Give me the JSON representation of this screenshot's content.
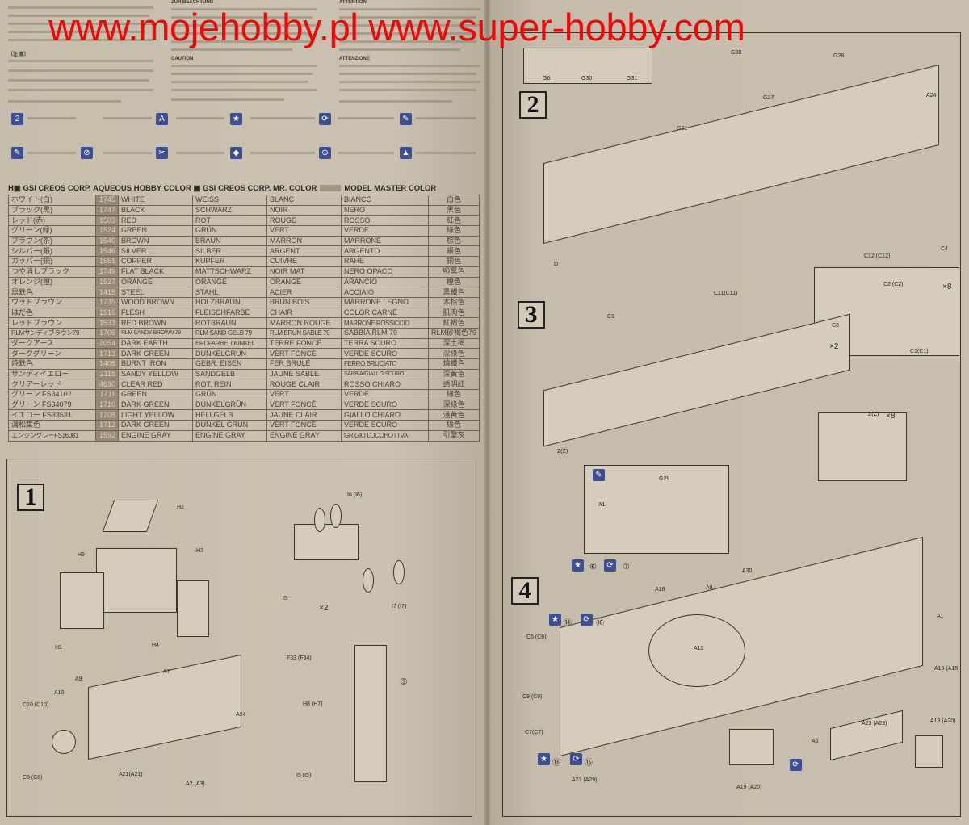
{
  "headers": {
    "zur_beachtung": "ZUR BEACHTUNG",
    "attention": "ATTENTION",
    "caution": "CAUTION",
    "attenzione": "ATTENZIONE",
    "chinese_note": "〔注 意〕"
  },
  "legend": {
    "aqueous": "GSI CREOS CORP. AQUEOUS HOBBY COLOR",
    "mr_color": "GSI CREOS CORP. MR. COLOR",
    "model_master": "MODEL MASTER COLOR"
  },
  "colors": [
    [
      "ホワイト(白)",
      "1745",
      "WHITE",
      "WEISS",
      "BLANC",
      "BIANCO",
      "白色"
    ],
    [
      "ブラック(黒)",
      "1747",
      "BLACK",
      "SCHWARZ",
      "NOIR",
      "NERO",
      "黑色"
    ],
    [
      "レッド(赤)",
      "1503",
      "RED",
      "ROT",
      "ROUGE",
      "ROSSO",
      "紅色"
    ],
    [
      "グリーン(緑)",
      "1524",
      "GREEN",
      "GRÜN",
      "VERT",
      "VERDE",
      "綠色"
    ],
    [
      "ブラウン(茶)",
      "1540",
      "BROWN",
      "BRAUN",
      "MARRON",
      "MARRONE",
      "棕色"
    ],
    [
      "シルバー(銀)",
      "1546",
      "SILVER",
      "SILBER",
      "ARGENT",
      "ARGENTO",
      "銀色"
    ],
    [
      "カッパー(銅)",
      "1551",
      "COPPER",
      "KUPFER",
      "CUIVRE",
      "RAHE",
      "銅色"
    ],
    [
      "つや消しブラック",
      "1749",
      "FLAT BLACK",
      "MATTSCHWARZ",
      "NOIR MAT",
      "NERO OPACO",
      "啞黑色"
    ],
    [
      "オレンジ(橙)",
      "1527",
      "ORANGE",
      "ORANGE",
      "ORANGE",
      "ARANCIO",
      "橙色"
    ],
    [
      "黒鉄色",
      "1415",
      "STEEL",
      "STAHL",
      "ACIER",
      "ACCIAIO",
      "黑鐵色"
    ],
    [
      "ウッドブラウン",
      "1735",
      "WOOD BROWN",
      "HOLZBRAUN",
      "BRUN BOIS",
      "MARRONE LEGNO",
      "木棕色"
    ],
    [
      "はだ色",
      "1516",
      "FLESH",
      "FLEISCHFARBE",
      "CHAIR",
      "COLOR CARNE",
      "肌肉色"
    ],
    [
      "レッドブラウン",
      "1533",
      "RED BROWN",
      "ROTBRAUN",
      "MARRON ROUGE",
      "MARRONE ROSSICCIO",
      "紅褐色"
    ],
    [
      "RLMサンディブラウン79",
      "1706",
      "RLM SANDY BROWN 79",
      "RLM SAND GELB 79",
      "RLM BRUN SABLE 79",
      "SABBIA RLM 79",
      "RLM砂褐色79"
    ],
    [
      "ダークアース",
      "2054",
      "DARK EARTH",
      "ERDFARBE, DUNKEL",
      "TERRE FONCÉ",
      "TERRA SCURO",
      "深土褐"
    ],
    [
      "ダークグリーン",
      "1713",
      "DARK GREEN",
      "DUNKELGRÜN",
      "VERT FONCÉ",
      "VERDE SCURO",
      "深綠色"
    ],
    [
      "焼鉄色",
      "1406",
      "BURNT IRON",
      "GEBR. EISEN",
      "FER BRULÉ",
      "FERRO BRUCIATO",
      "燒鐵色"
    ],
    [
      "サンディイエロー",
      "2118",
      "SANDY YELLOW",
      "SANDGELB",
      "JAUNE SABLE",
      "SABBIA/GIALLO SCURO",
      "深黃色"
    ],
    [
      "クリアーレッド",
      "4630",
      "CLEAR RED",
      "ROT, REIN",
      "ROUGE CLAIR",
      "ROSSO CHIARO",
      "透明紅"
    ],
    [
      "グリーン FS34102",
      "1711",
      "GREEN",
      "GRÜN",
      "VERT",
      "VERDE",
      "綠色"
    ],
    [
      "グリーン FS34079",
      "1710",
      "DARK GREEN",
      "DUNKELGRÜN",
      "VERT FONCÉ",
      "VERDE SCURO",
      "深綠色"
    ],
    [
      "イエロー FS33531",
      "1708",
      "LIGHT YELLOW",
      "HELLGELB",
      "JAUNE CLAIR",
      "GIALLO CHIARO",
      "淺黃色"
    ],
    [
      "濃松葉色",
      "1712",
      "DARK GREEN",
      "DUNKEL GRÜN",
      "VERT FONCÉ",
      "VERDE SCURO",
      "綠色"
    ],
    [
      "エンジングレーFS16081",
      "1592",
      "ENGINE GRAY",
      "ENGINE GRAY",
      "ENGINE GRAY",
      "GRIGIO LOCOHOTTVA",
      "引擎灰"
    ]
  ],
  "steps": [
    "1",
    "2",
    "3",
    "4"
  ],
  "parts": [
    "H2",
    "H5",
    "H3",
    "H1",
    "H4",
    "I6 (I6)",
    "I5",
    "I7 (I7)",
    "F33 (F34)",
    "H8 (H7)",
    "I5 (I5)",
    "A7",
    "A9",
    "A10",
    "C10 (C10)",
    "C8 (C8)",
    "A21(A21)",
    "A2 (A3)",
    "A24",
    "G30",
    "G28",
    "G6",
    "G27",
    "G31",
    "A24",
    "D",
    "C12 (C12)",
    "C4",
    "C11(C11)",
    "C1",
    "C2 (C2)",
    "C3",
    "C1(C1)",
    "Z(Z)",
    "Z(Z)",
    "G29",
    "A1",
    "A30",
    "A18",
    "A8",
    "A11",
    "A1",
    "C6 (C6)",
    "C9 (C9)",
    "C7(C7)",
    "A16 (A15)",
    "A6",
    "A23 (A29)",
    "A19 (A20)",
    "A23 (A29)",
    "A19 (A20)",
    "G30",
    "G31"
  ],
  "callouts": {
    "sub3": "③",
    "num6": "⑥",
    "num7": "⑦",
    "num14": "⑭",
    "num16": "⑯",
    "num13": "⑬",
    "num15": "⑮",
    "x2a": "×2",
    "x2b": "×2",
    "x8a": "×8",
    "x8b": "×8"
  },
  "watermark": "www.mojehobby.pl www.super-hobby.com"
}
